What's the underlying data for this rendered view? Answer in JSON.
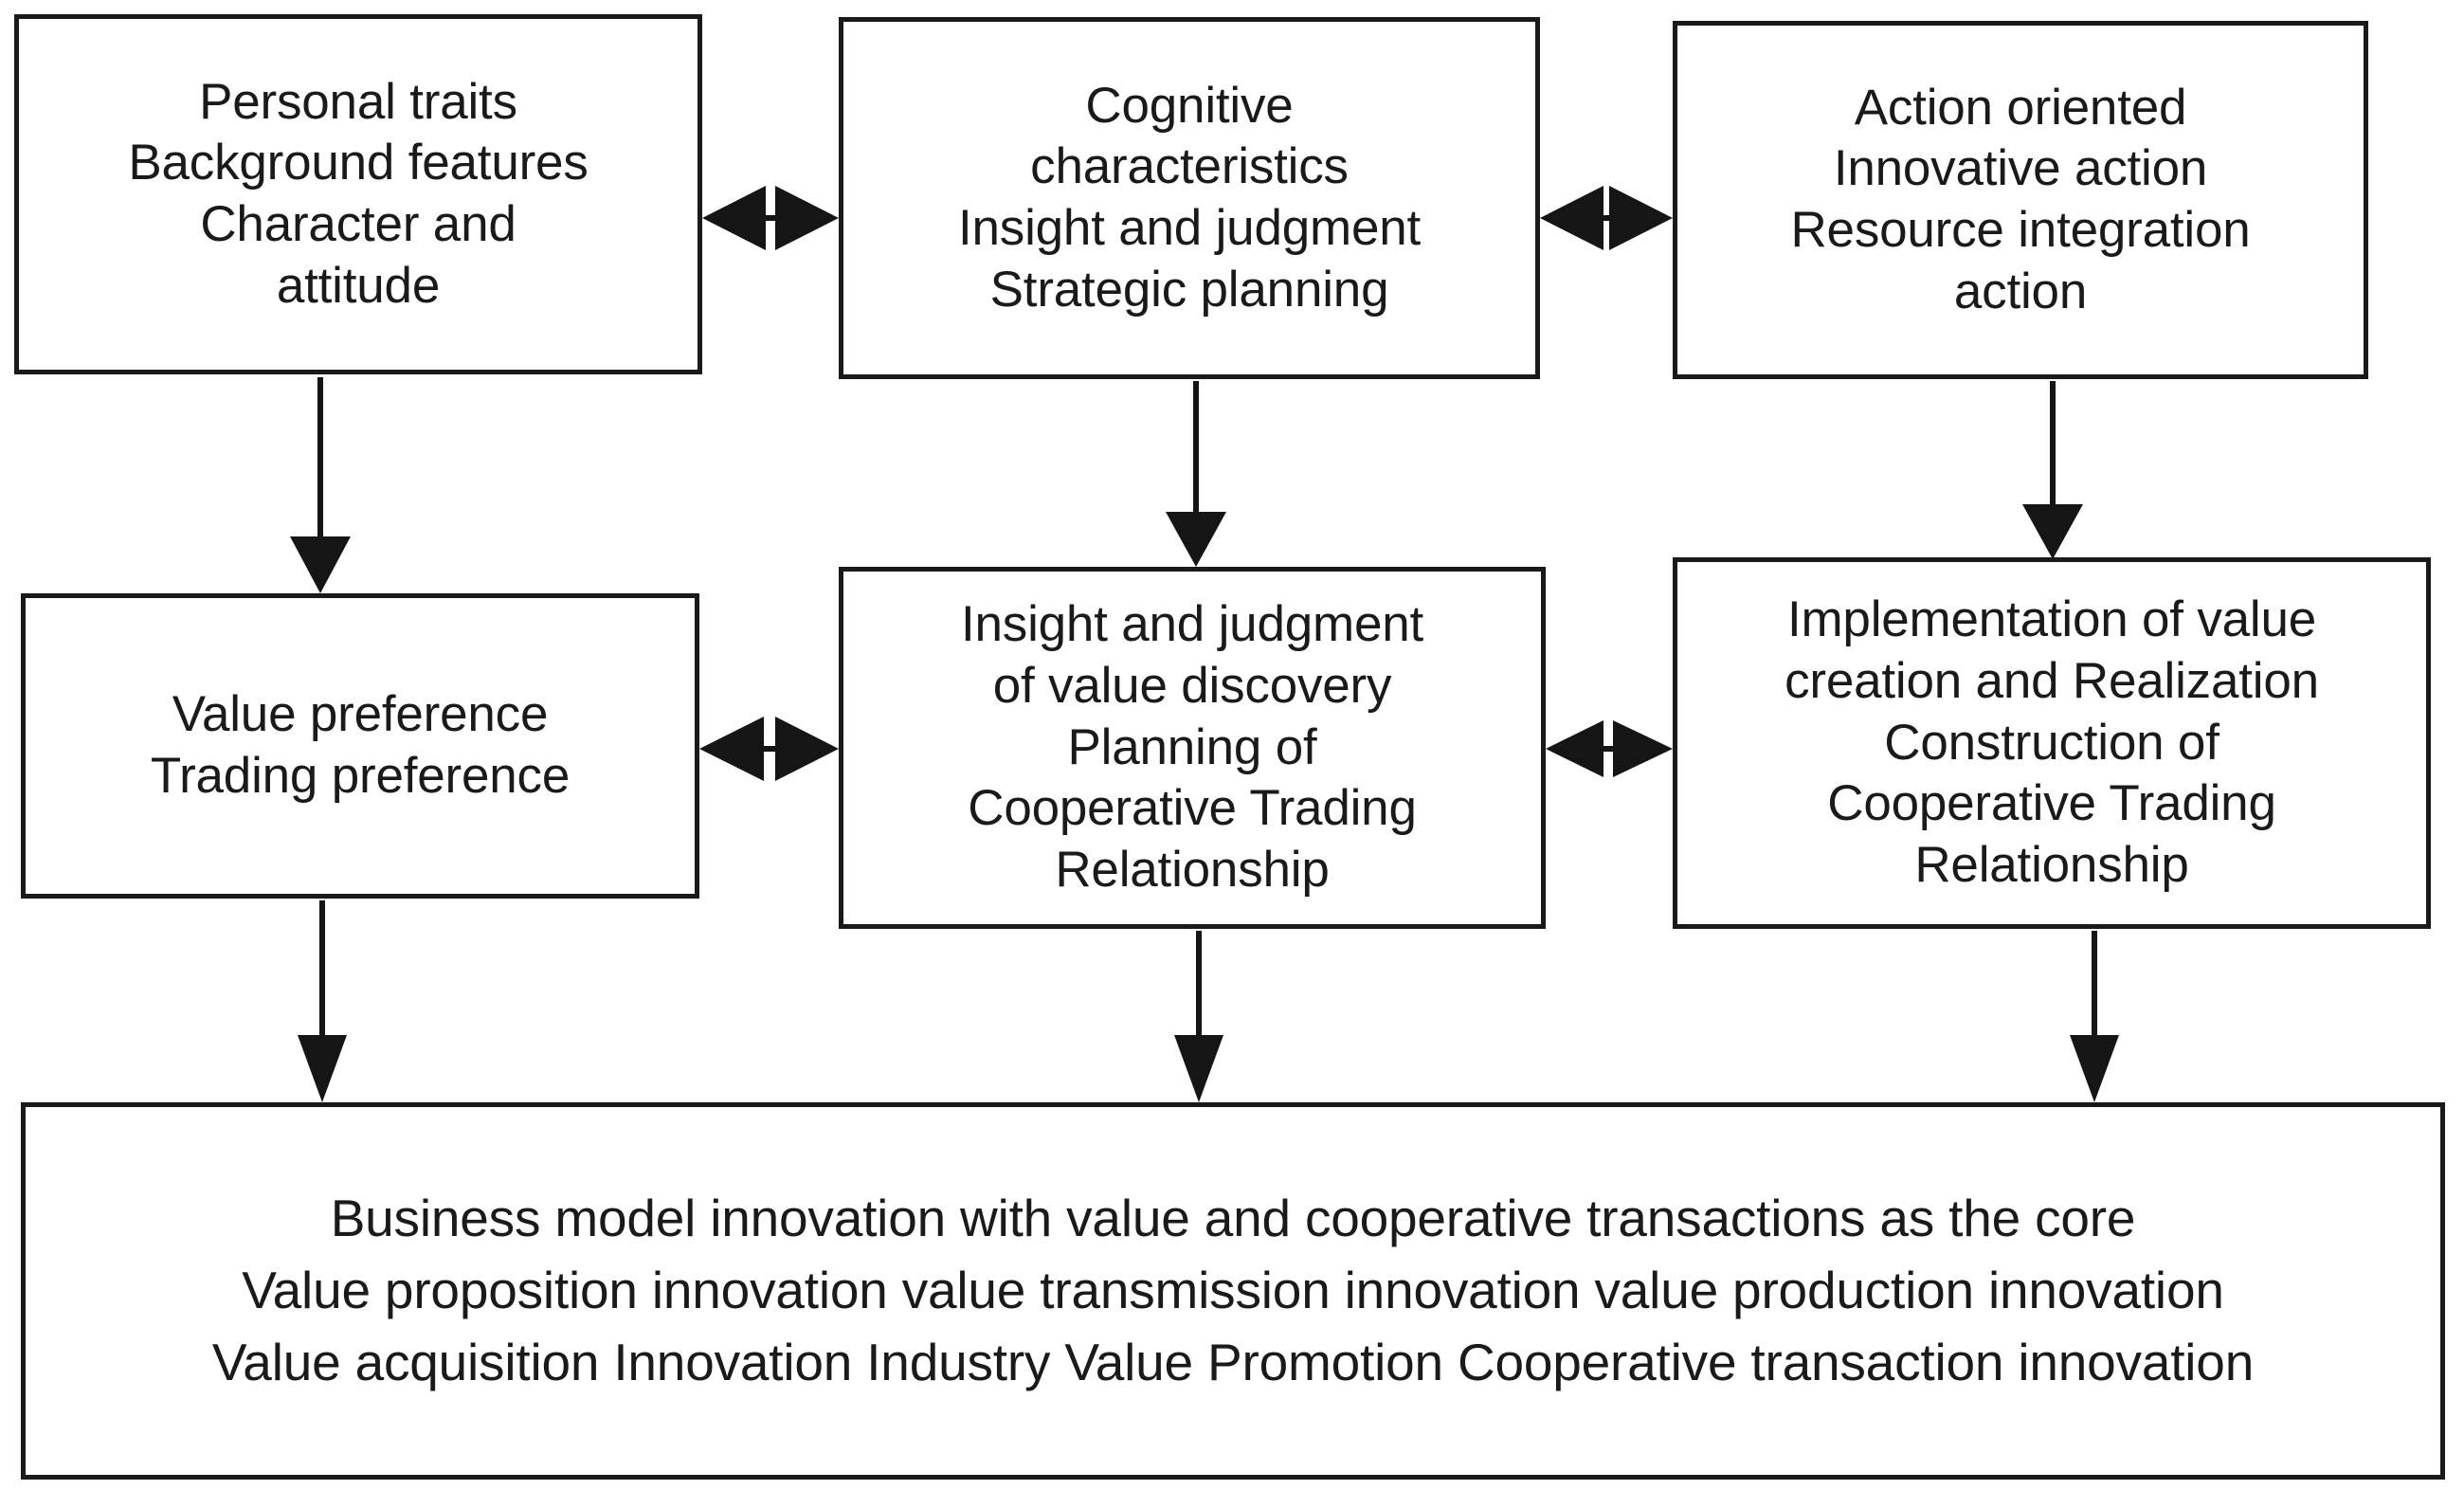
{
  "diagram": {
    "title": "Business model innovation mechanism flow diagram",
    "type": "flow-diagram",
    "background_color": "#ffffff",
    "line_color": "#151515",
    "box_border_color": "#1a1a1a",
    "text_color": "#1a1a1a",
    "rows": [
      {
        "row": 1,
        "nodes": [
          {
            "id": "personal-traits",
            "text": "Personal traits\nBackground features\nCharacter and\nattitude"
          },
          {
            "id": "cognitive",
            "text": "Cognitive\ncharacteristics\nInsight and judgment\nStrategic planning"
          },
          {
            "id": "action-oriented",
            "text": "Action oriented\nInnovative action\nResource integration\naction"
          }
        ]
      },
      {
        "row": 2,
        "nodes": [
          {
            "id": "value-preference",
            "text": "Value preference\nTrading preference"
          },
          {
            "id": "insight-planning",
            "text": "Insight and judgment\nof value discovery\nPlanning of\nCooperative Trading\nRelationship"
          },
          {
            "id": "implementation",
            "text": "Implementation of value\ncreation and Realization\nConstruction of\nCooperative Trading\nRelationship"
          }
        ]
      },
      {
        "row": 3,
        "nodes": [
          {
            "id": "business-model",
            "text": "Business model innovation with value and cooperative transactions as the core\nValue proposition innovation value transmission innovation value production innovation\nValue acquisition Innovation Industry Value Promotion Cooperative transaction innovation"
          }
        ]
      }
    ],
    "connections": [
      {
        "id": "c1",
        "from": "personal-traits",
        "to": "cognitive",
        "kind": "double-arrow",
        "orientation": "horizontal"
      },
      {
        "id": "c2",
        "from": "cognitive",
        "to": "action-oriented",
        "kind": "double-arrow",
        "orientation": "horizontal"
      },
      {
        "id": "c3",
        "from": "personal-traits",
        "to": "value-preference",
        "kind": "single-arrow",
        "orientation": "vertical"
      },
      {
        "id": "c4",
        "from": "cognitive",
        "to": "insight-planning",
        "kind": "single-arrow",
        "orientation": "vertical"
      },
      {
        "id": "c5",
        "from": "action-oriented",
        "to": "implementation",
        "kind": "single-arrow",
        "orientation": "vertical"
      },
      {
        "id": "c6",
        "from": "value-preference",
        "to": "insight-planning",
        "kind": "double-arrow",
        "orientation": "horizontal"
      },
      {
        "id": "c7",
        "from": "insight-planning",
        "to": "implementation",
        "kind": "double-arrow",
        "orientation": "horizontal"
      },
      {
        "id": "c8",
        "from": "value-preference",
        "to": "business-model",
        "kind": "single-arrow",
        "orientation": "vertical"
      },
      {
        "id": "c9",
        "from": "insight-planning",
        "to": "business-model",
        "kind": "single-arrow",
        "orientation": "vertical"
      },
      {
        "id": "c10",
        "from": "implementation",
        "to": "business-model",
        "kind": "single-arrow",
        "orientation": "vertical"
      }
    ]
  }
}
